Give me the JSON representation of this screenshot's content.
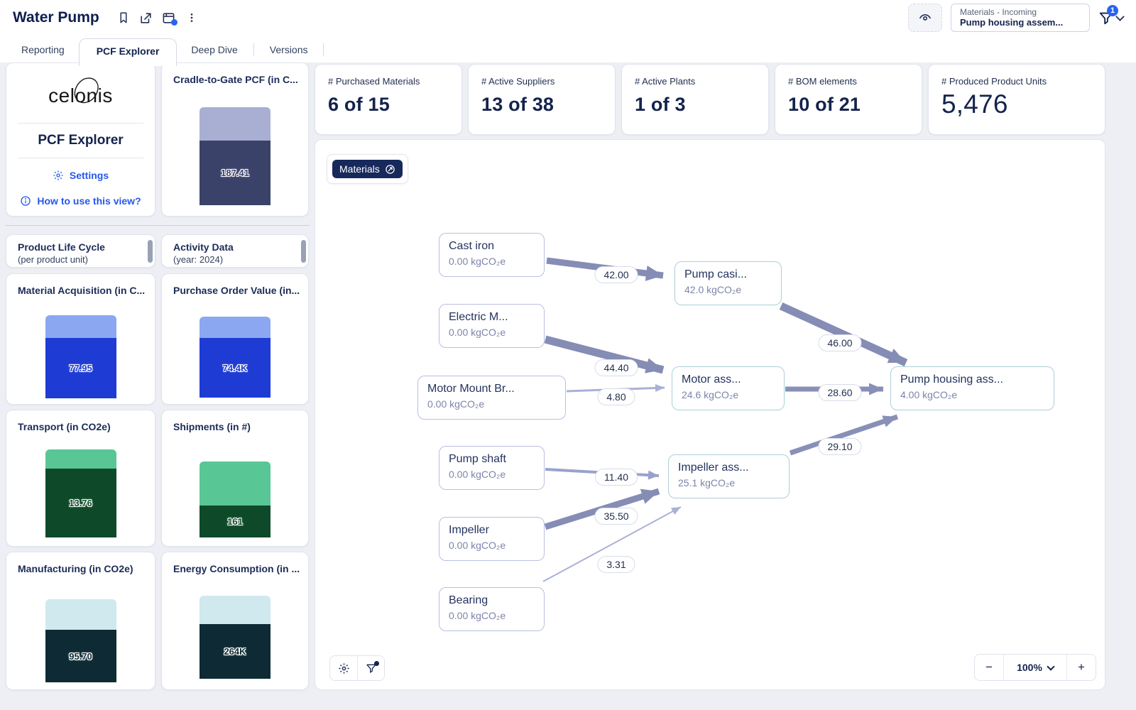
{
  "header": {
    "title": "Water Pump",
    "selection": {
      "label": "Materials - Incoming",
      "value": "Pump housing assem...",
      "filter_badge": "1"
    }
  },
  "tabs": [
    {
      "label": "Reporting"
    },
    {
      "label": "PCF Explorer"
    },
    {
      "label": "Deep Dive"
    },
    {
      "label": "Versions"
    }
  ],
  "sidebar": {
    "logo": "celonis",
    "app_title": "PCF Explorer",
    "settings_label": "Settings",
    "help_label": "How to use this view?"
  },
  "kpis": [
    {
      "label": "# Purchased Materials",
      "value": "6 of 15"
    },
    {
      "label": "# Active Suppliers",
      "value": "13 of 38"
    },
    {
      "label": "# Active Plants",
      "value": "1 of 3"
    },
    {
      "label": "# BOM elements",
      "value": "10 of 21"
    },
    {
      "label": "# Produced Product Units",
      "value": "5,476"
    }
  ],
  "cards": {
    "cradle": {
      "title": "Cradle-to-Gate PCF (in C...",
      "value": "187.41"
    },
    "plc_header": {
      "title": "Product Life Cycle",
      "subtitle": "(per product unit)"
    },
    "activity_header": {
      "title": "Activity Data",
      "subtitle": "(year: 2024)"
    },
    "material_acq": {
      "title": "Material Acquisition (in C...",
      "value": "77.95"
    },
    "purchase_order": {
      "title": "Purchase Order Value (in...",
      "value": "74.4K"
    },
    "transport": {
      "title": "Transport (in CO2e)",
      "value": "13.76"
    },
    "shipments": {
      "title": "Shipments (in #)",
      "value": "161"
    },
    "manufacturing": {
      "title": "Manufacturing (in CO2e)",
      "value": "95.70"
    },
    "energy": {
      "title": "Energy Consumption (in ...",
      "value": "264K"
    }
  },
  "chart_data": [
    {
      "type": "bar",
      "title": "Cradle-to-Gate PCF (in CO2e)",
      "stacked": true,
      "labeled_value": "187.41",
      "colors": [
        "#a9aed3",
        "#3b4269"
      ]
    },
    {
      "type": "bar",
      "title": "Material Acquisition (in CO2e)",
      "stacked": true,
      "labeled_value": "77.95",
      "colors": [
        "#8ba7f1",
        "#1e3bd4"
      ]
    },
    {
      "type": "bar",
      "title": "Purchase Order Value",
      "stacked": true,
      "labeled_value": "74.4K",
      "colors": [
        "#8ba7f1",
        "#1e3bd4"
      ]
    },
    {
      "type": "bar",
      "title": "Transport (in CO2e)",
      "stacked": true,
      "labeled_value": "13.76",
      "colors": [
        "#58c795",
        "#0e4a29"
      ]
    },
    {
      "type": "bar",
      "title": "Shipments (in #)",
      "stacked": true,
      "labeled_value": "161",
      "colors": [
        "#58c795",
        "#0e4a29"
      ]
    },
    {
      "type": "bar",
      "title": "Manufacturing (in CO2e)",
      "stacked": true,
      "labeled_value": "95.70",
      "colors": [
        "#cfe9ef",
        "#0e2b35"
      ]
    },
    {
      "type": "bar",
      "title": "Energy Consumption",
      "stacked": true,
      "labeled_value": "264K",
      "colors": [
        "#cfe9ef",
        "#0e2b35"
      ]
    }
  ],
  "flow": {
    "chip": "Materials",
    "nodes": [
      {
        "label": "Cast iron",
        "value": "0.00 kgCO₂e"
      },
      {
        "label": "Electric M...",
        "value": "0.00 kgCO₂e"
      },
      {
        "label": "Motor Mount Br...",
        "value": "0.00 kgCO₂e"
      },
      {
        "label": "Pump shaft",
        "value": "0.00 kgCO₂e"
      },
      {
        "label": "Impeller",
        "value": "0.00 kgCO₂e"
      },
      {
        "label": "Bearing",
        "value": "0.00 kgCO₂e"
      },
      {
        "label": "Pump casi...",
        "value": "42.0 kgCO₂e"
      },
      {
        "label": "Motor ass...",
        "value": "24.6 kgCO₂e"
      },
      {
        "label": "Impeller ass...",
        "value": "25.1 kgCO₂e"
      },
      {
        "label": "Pump housing ass...",
        "value": "4.00 kgCO₂e"
      }
    ],
    "edges": [
      {
        "from": "Cast iron",
        "to": "Pump casi...",
        "label": "42.00"
      },
      {
        "from": "Electric M...",
        "to": "Motor ass...",
        "label": "44.40"
      },
      {
        "from": "Motor Mount Br...",
        "to": "Motor ass...",
        "label": "4.80"
      },
      {
        "from": "Pump casi...",
        "to": "Pump housing ass...",
        "label": "46.00"
      },
      {
        "from": "Motor ass...",
        "to": "Pump housing ass...",
        "label": "28.60"
      },
      {
        "from": "Pump shaft",
        "to": "Impeller ass...",
        "label": "11.40"
      },
      {
        "from": "Impeller",
        "to": "Impeller ass...",
        "label": "35.50"
      },
      {
        "from": "Bearing",
        "to": "Impeller ass...",
        "label": "3.31"
      },
      {
        "from": "Impeller ass...",
        "to": "Pump housing ass...",
        "label": "29.10"
      }
    ],
    "zoom": {
      "out": "−",
      "level": "100%",
      "in": "+"
    }
  },
  "colors": {
    "accent_blue": "#2b62f2",
    "navy": "#14234d",
    "arrow": "#858db5",
    "arrow_light": "#aab1d6",
    "node_border_material": "#b9bfe2",
    "node_border_assembly": "#abd0d7"
  }
}
